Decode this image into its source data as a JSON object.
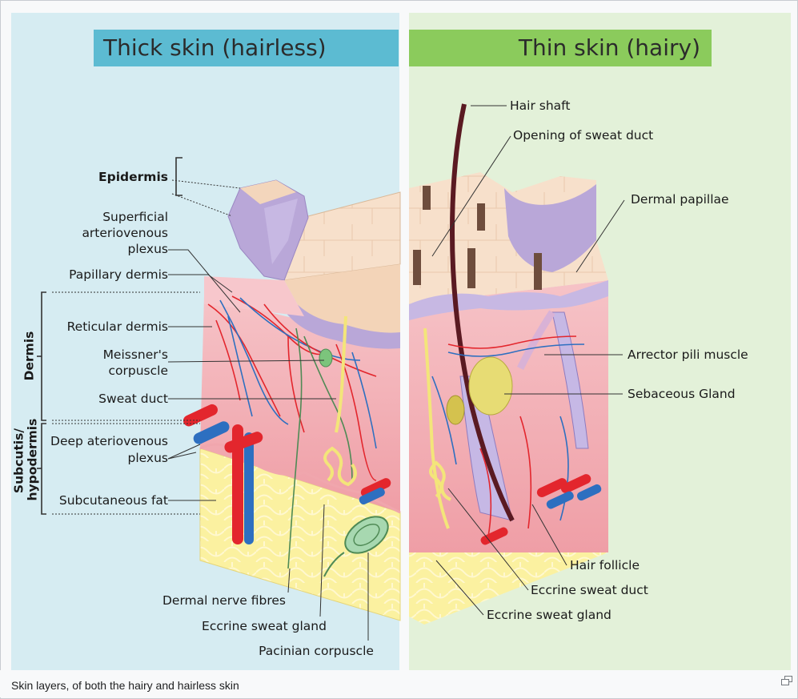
{
  "headings": {
    "thick": "Thick skin (hairless)",
    "thin": "Thin skin (hairy)"
  },
  "labels_left": {
    "epidermis": "Epidermis",
    "superficial_plexus": [
      "Superficial",
      "arteriovenous",
      "plexus"
    ],
    "papillary_dermis": "Papillary dermis",
    "reticular_dermis": "Reticular dermis",
    "meissners": [
      "Meissner's",
      "corpuscle"
    ],
    "sweat_duct": "Sweat duct",
    "deep_plexus": [
      "Deep ateriovenous",
      "plexus"
    ],
    "subcutaneous_fat": "Subcutaneous fat",
    "dermal_nerve": "Dermal nerve fibres",
    "eccrine_gland": "Eccrine sweat gland",
    "pacinian": "Pacinian corpuscle"
  },
  "labels_right": {
    "hair_shaft": "Hair shaft",
    "opening_sweat_duct": "Opening of sweat duct",
    "dermal_papillae": "Dermal papillae",
    "arrector_pili": "Arrector pili muscle",
    "sebaceous": "Sebaceous Gland",
    "hair_follicle": "Hair follicle",
    "eccrine_duct": "Eccrine sweat duct",
    "eccrine_gland": "Eccrine sweat gland"
  },
  "brackets": {
    "dermis": "Dermis",
    "subcutis": [
      "Subcutis/",
      "hypodermis"
    ]
  },
  "caption": "Skin layers, of both the hairy and hairless skin",
  "colors": {
    "left_panel": "#d6ecf2",
    "right_panel": "#e3f1d9",
    "left_banner": "#5cbbd2",
    "right_banner": "#8bcb5c",
    "epidermis": "#f6dcc4",
    "epidermis_purple": "#b9a7d8",
    "dermis": "#f4b7bd",
    "fat": "#fbf3a4",
    "artery": "#e3262d",
    "vein": "#2d6fc0"
  }
}
